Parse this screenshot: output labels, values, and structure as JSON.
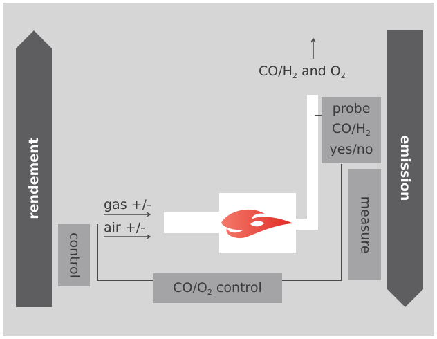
{
  "left_arrow_label": "rendement",
  "right_arrow_label": "emission",
  "control_label": "control",
  "measure_label": "measure",
  "co2_control": {
    "text": "CO/O",
    "sub": "2",
    "suffix": " control"
  },
  "gas_label": "gas +/-",
  "air_label": "air +/-",
  "top_output": {
    "p1": "CO/H",
    "s1": "2",
    "p2": " and O",
    "s2": "2"
  },
  "probe": {
    "line1": "probe",
    "line2_text": "CO/H",
    "line2_sub": "2",
    "line3": "yes/no"
  },
  "colors": {
    "background": "#d6d6d7",
    "arrow": "#5e5e61",
    "box": "#a4a4a6",
    "flame": "#e8423a"
  },
  "icons": [
    "flame-icon"
  ]
}
